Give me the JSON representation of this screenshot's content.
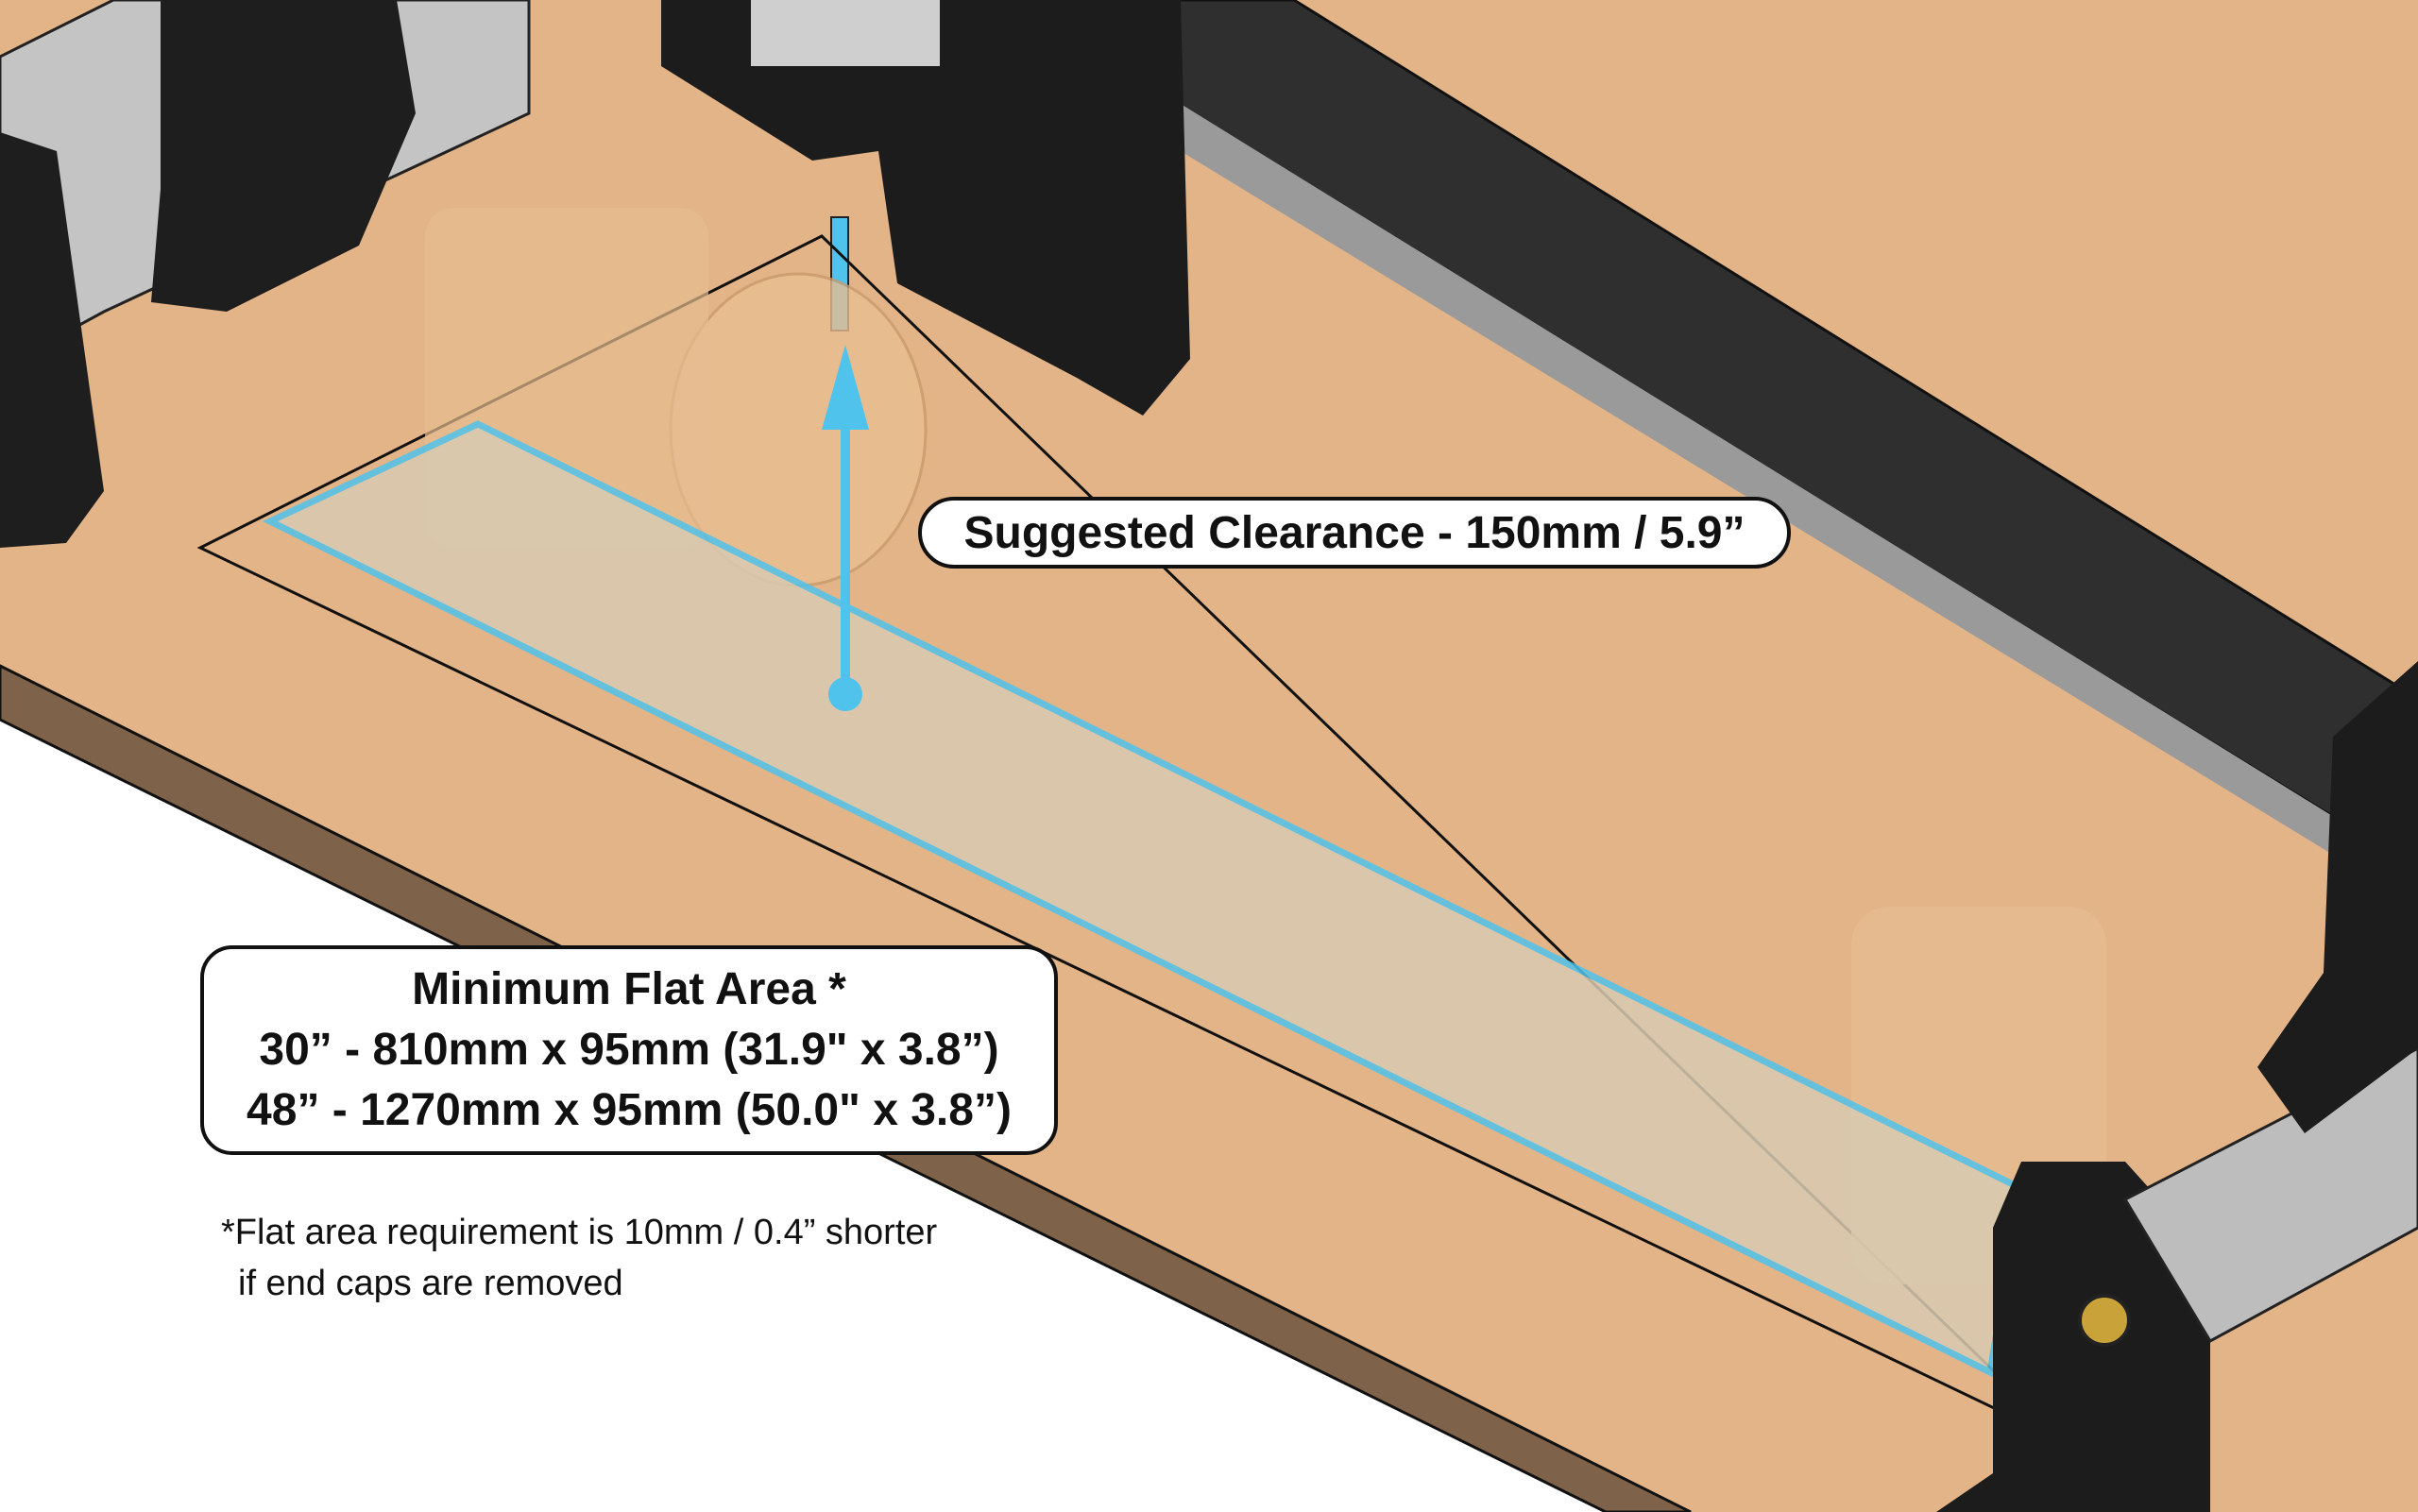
{
  "colors": {
    "table_top": "#E3B487",
    "table_edge": "#7E6249",
    "rail_dark": "#2a2a2a",
    "rail_aluminum": "#b8b8b8",
    "clearance_blue": "#4FC3EC",
    "flat_area_fill": "#D9CBB2"
  },
  "clearance_label": "Suggested Clearance - 150mm / 5.9”",
  "flat_area": {
    "title": "Minimum Flat Area *",
    "line_30": "30” - 810mm x 95mm (31.9\" x 3.8”)",
    "line_48": "48” - 1270mm x 95mm (50.0\" x 3.8”)"
  },
  "footnote": {
    "line1": "*Flat area requirement is 10mm / 0.4” shorter",
    "line2": "if end caps are removed"
  }
}
